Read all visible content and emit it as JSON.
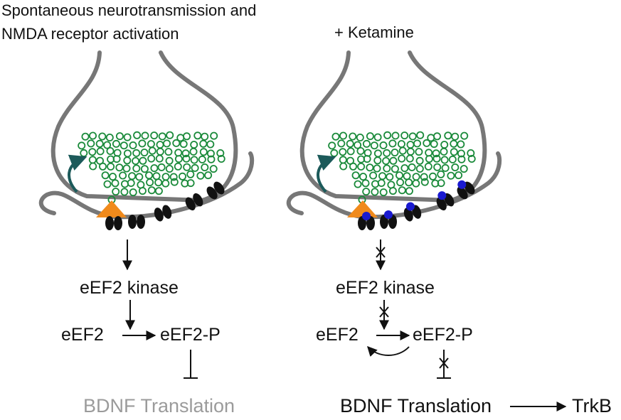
{
  "left_panel": {
    "title_line1": "Spontaneous neurotransmission and",
    "title_line2": "NMDA receptor activation",
    "kinase": "eEF2 kinase",
    "eef2": "eEF2",
    "eef2p": "eEF2-P",
    "bdnf": "BDNF Translation"
  },
  "right_panel": {
    "title": "+ Ketamine",
    "kinase": "eEF2 kinase",
    "eef2": "eEF2",
    "eef2p": "eEF2-P",
    "bdnf": "BDNF Translation",
    "trkb": "TrkB"
  },
  "colors": {
    "membrane": "#777777",
    "vesicle": "#1a8a3a",
    "release_site": "#f08a1c",
    "receptor": "#111111",
    "ketamine": "#1a1ad0",
    "recycle_arrow": "#1c5a5a",
    "dimmed_text": "#9b9b9b"
  }
}
